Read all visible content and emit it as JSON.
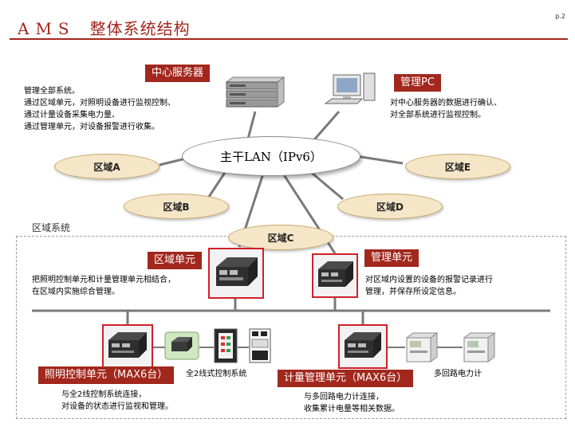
{
  "title": {
    "prefix": "AMS",
    "main": "整体系统结构"
  },
  "page_number": "p.2",
  "central_server": {
    "label": "中心服务器",
    "desc": [
      "管理全部系统。",
      "通过区域单元，对照明设备进行监视控制、",
      "通过计量设备采集电力量、",
      "通过管理单元，对设备报警进行收集。"
    ]
  },
  "management_pc": {
    "label": "管理PC",
    "desc": [
      "对中心服务器的数据进行确认、",
      "对全部系统进行监视控制。"
    ]
  },
  "backbone": {
    "label": "主干LAN（IPv6）"
  },
  "areas": {
    "a": "区域A",
    "b": "区域B",
    "c": "区域C",
    "d": "区域D",
    "e": "区域E"
  },
  "area_system": {
    "label": "区域系统"
  },
  "area_unit": {
    "label": "区域单元",
    "desc": [
      "把照明控制单元和计量管理单元相结合，",
      "在区域内实施综合管理。"
    ]
  },
  "management_unit": {
    "label": "管理单元",
    "desc": [
      "对区域内设置的设备的报警记录进行",
      "管理，并保存所设定信息。"
    ]
  },
  "lighting_unit": {
    "label": "照明控制单元（MAX6台）",
    "desc": [
      "与全2线控制系统连接，",
      "对设备的状态进行监视和管理。"
    ]
  },
  "two_wire": {
    "label": "全2线式控制系统"
  },
  "metering_unit": {
    "label": "计量管理单元（MAX6台）",
    "desc": [
      "与多回路电力计连接，",
      "收集累计电量等相关数据。"
    ]
  },
  "power_meter": {
    "label": "多回路电力计"
  }
}
